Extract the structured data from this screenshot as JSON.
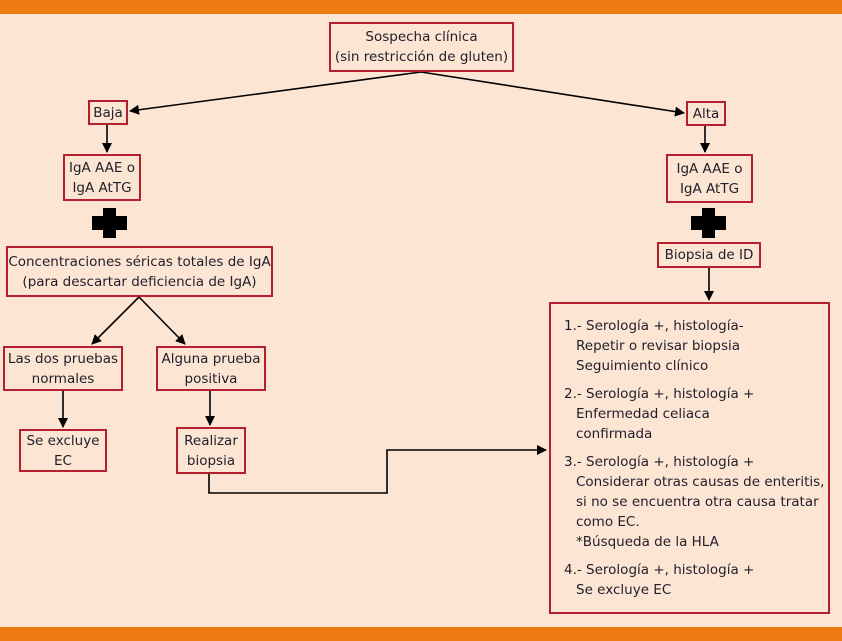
{
  "colors": {
    "background": "#FDE5D4",
    "bar": "#EE7A14",
    "box_border": "#B5202E",
    "line": "#000000"
  },
  "nodes": {
    "start": {
      "lines": [
        "Sospecha clínica",
        "(sin restricción de gluten)"
      ]
    },
    "baja": {
      "lines": [
        "Baja"
      ]
    },
    "alta": {
      "lines": [
        "Alta"
      ]
    },
    "iga_left": {
      "lines": [
        "IgA AAE o",
        "IgA AtTG"
      ]
    },
    "iga_right": {
      "lines": [
        "IgA AAE o",
        "IgA AtTG"
      ]
    },
    "concentraciones": {
      "lines": [
        "Concentraciones séricas totales de IgA",
        "(para descartar deficiencia de IgA)"
      ]
    },
    "biopsia_id": {
      "lines": [
        "Biopsia de ID"
      ]
    },
    "dos_normales": {
      "lines": [
        "Las dos pruebas",
        "normales"
      ]
    },
    "alguna_positiva": {
      "lines": [
        "Alguna prueba",
        "positiva"
      ]
    },
    "se_excluye": {
      "lines": [
        "Se excluye",
        "EC"
      ]
    },
    "realizar_biopsia": {
      "lines": [
        "Realizar",
        "biopsia"
      ]
    }
  },
  "plus_icon": "plus-icon",
  "outcomes": [
    {
      "lines": [
        "1.- Serología +, histología-",
        "Repetir o revisar biopsia",
        "Seguimiento clínico"
      ]
    },
    {
      "lines": [
        "2.- Serología +, histología +",
        "Enfermedad celiaca",
        "confirmada"
      ]
    },
    {
      "lines": [
        "3.- Serología +, histología +",
        "Considerar otras causas de enteritis,",
        "si no se encuentra otra causa tratar",
        "como EC.",
        "*Búsqueda de la HLA"
      ]
    },
    {
      "lines": [
        "4.- Serología +, histología +",
        "Se excluye EC"
      ]
    }
  ]
}
